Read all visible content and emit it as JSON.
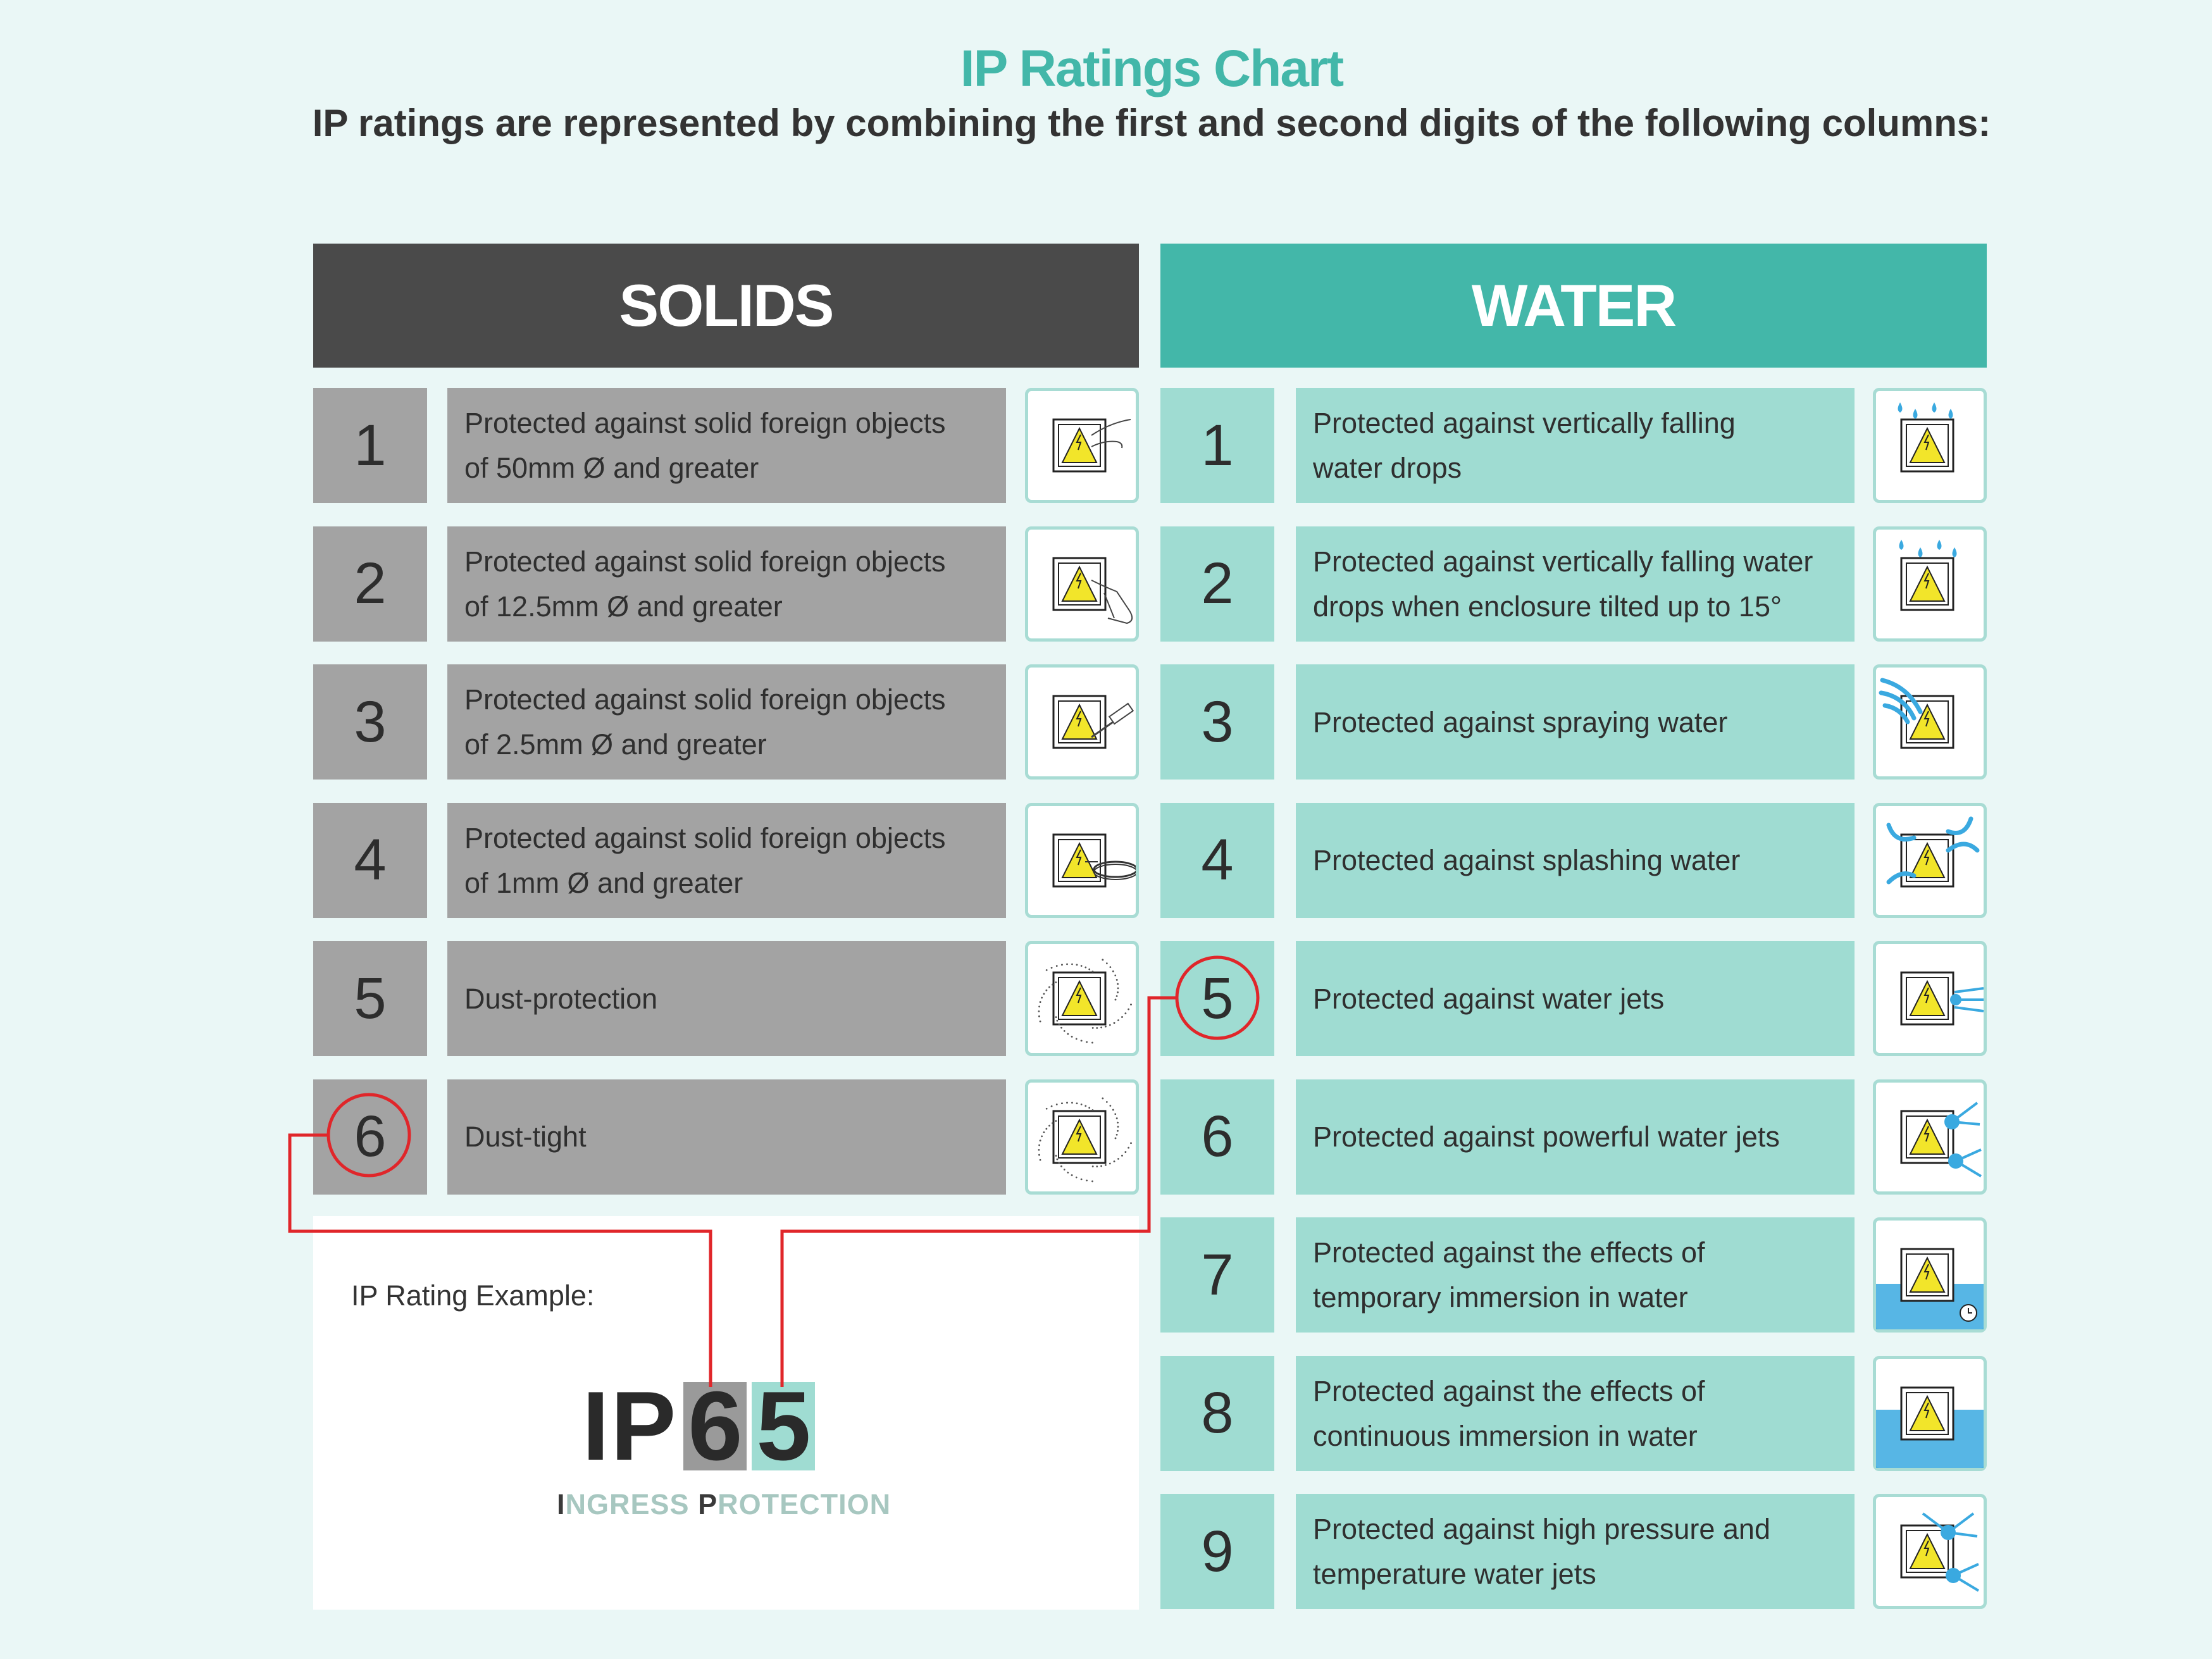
{
  "header": {
    "title": "IP Ratings Chart",
    "subtitle": "IP ratings are represented by combining the first and second digits of the following columns:"
  },
  "solids": {
    "heading": "SOLIDS",
    "rows": [
      {
        "digit": "1",
        "line1": "Protected against solid foreign objects",
        "line2": "of 50mm Ø and greater",
        "icon": "enclosure-finger-icon"
      },
      {
        "digit": "2",
        "line1": "Protected against solid foreign objects",
        "line2": "of 12.5mm Ø and greater",
        "icon": "enclosure-hand-icon"
      },
      {
        "digit": "3",
        "line1": "Protected against solid foreign objects",
        "line2": "of 2.5mm Ø and greater",
        "icon": "enclosure-screwdriver-icon"
      },
      {
        "digit": "4",
        "line1": "Protected against solid foreign objects",
        "line2": "of 1mm Ø and greater",
        "icon": "enclosure-wire-icon"
      },
      {
        "digit": "5",
        "line1": "Dust-protection",
        "line2": "",
        "icon": "enclosure-dust-icon"
      },
      {
        "digit": "6",
        "line1": "Dust-tight",
        "line2": "",
        "icon": "enclosure-dust-tight-icon"
      }
    ]
  },
  "water": {
    "heading": "WATER",
    "rows": [
      {
        "digit": "1",
        "line1": "Protected against vertically falling",
        "line2": "water drops",
        "icon": "enclosure-drops-icon"
      },
      {
        "digit": "2",
        "line1": "Protected against vertically falling water",
        "line2": "drops when enclosure tilted up to 15°",
        "icon": "enclosure-tilted-drops-icon"
      },
      {
        "digit": "3",
        "line1": "Protected against spraying water",
        "line2": "",
        "icon": "enclosure-spray-icon"
      },
      {
        "digit": "4",
        "line1": "Protected against splashing water",
        "line2": "",
        "icon": "enclosure-splash-icon"
      },
      {
        "digit": "5",
        "line1": "Protected against water jets",
        "line2": "",
        "icon": "enclosure-jet-icon"
      },
      {
        "digit": "6",
        "line1": "Protected against powerful water jets",
        "line2": "",
        "icon": "enclosure-powerful-jets-icon"
      },
      {
        "digit": "7",
        "line1": "Protected against the effects of",
        "line2": "temporary immersion in water",
        "icon": "enclosure-temporary-immersion-icon"
      },
      {
        "digit": "8",
        "line1": "Protected against the effects of",
        "line2": "continuous immersion in water",
        "icon": "enclosure-continuous-immersion-icon"
      },
      {
        "digit": "9",
        "line1": "Protected against high pressure and",
        "line2": "temperature water jets",
        "icon": "enclosure-high-pressure-jets-icon"
      }
    ]
  },
  "example": {
    "label": "IP Rating Example:",
    "prefix": "IP",
    "first_digit": "6",
    "second_digit": "5",
    "ingress_initial": "I",
    "ingress_rest": "NGRESS ",
    "protection_initial": "P",
    "protection_rest": "ROTECTION"
  },
  "colors": {
    "solids_header": "#4a4a4a",
    "water_header": "#43b7a9",
    "solids_cell": "#a3a3a3",
    "water_cell": "#9fdcd2",
    "title": "#43b7a9",
    "highlight_line": "#e0262a",
    "background": "#eaf7f6"
  }
}
